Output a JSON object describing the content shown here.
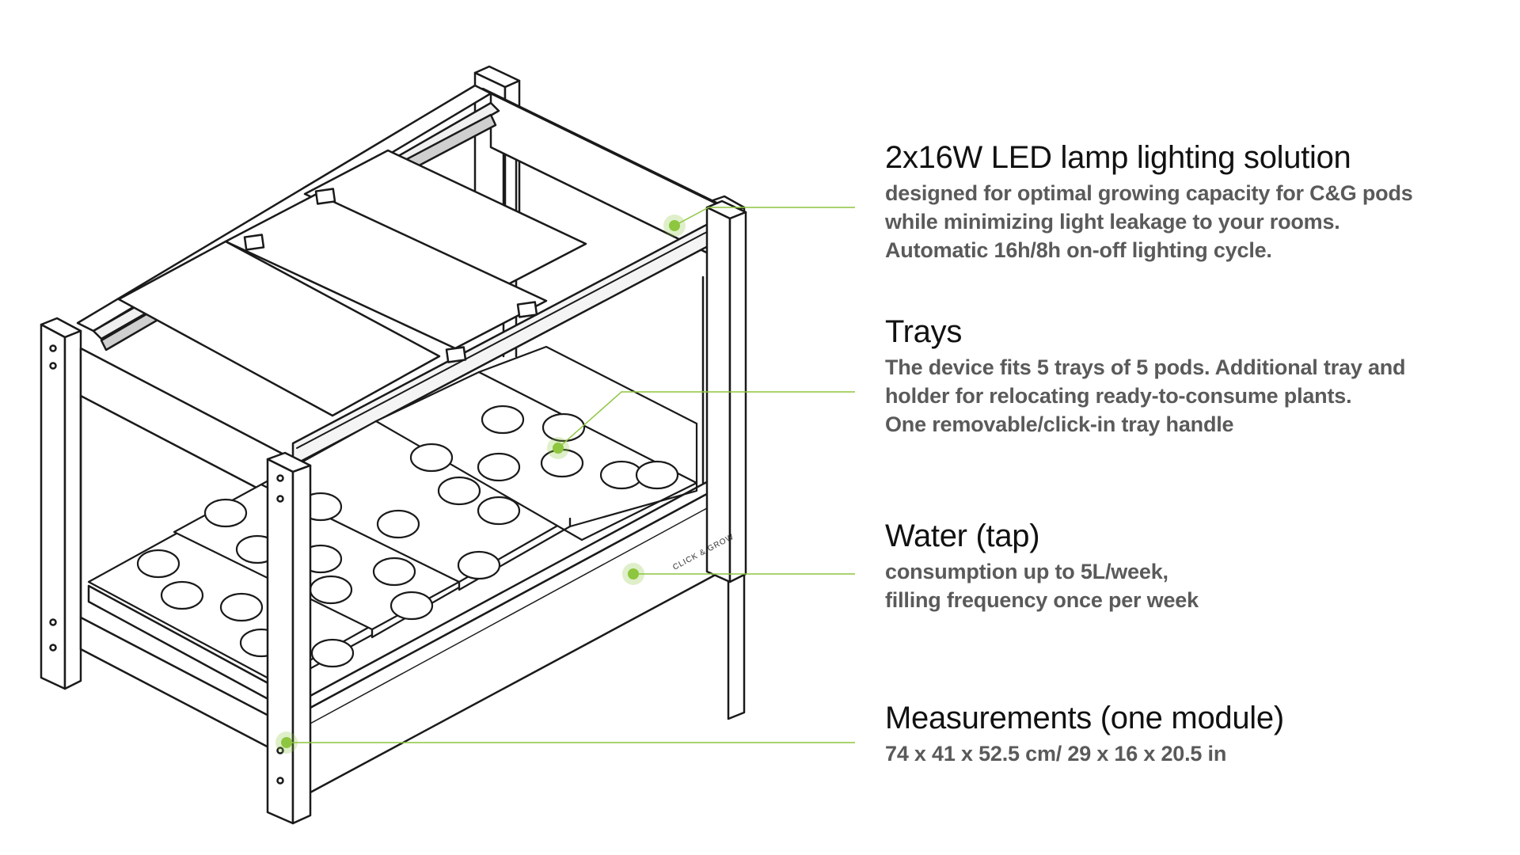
{
  "accent_color": "#8dc63f",
  "line_color": "#1a1a1a",
  "device": {
    "brand_label": "CLICK & GROW",
    "trays": 5,
    "pods_per_tray": 5
  },
  "features": [
    {
      "id": "led",
      "title": "2x16W LED lamp lighting solution",
      "lines": [
        "designed for optimal growing capacity for C&G pods",
        "while minimizing light leakage to your rooms.",
        "Automatic 16h/8h on-off lighting cycle."
      ]
    },
    {
      "id": "trays",
      "title": "Trays",
      "lines": [
        "The device fits 5 trays of 5 pods. Additional tray and",
        "holder for relocating ready-to-consume plants.",
        "One removable/click-in tray handle"
      ]
    },
    {
      "id": "water",
      "title": "Water (tap)",
      "lines": [
        "consumption up to 5L/week,",
        "filling frequency once per week"
      ]
    },
    {
      "id": "measurements",
      "title": "Measurements (one module)",
      "lines": [
        "74 x 41 x 52.5 cm/ 29 x 16 x 20.5 in"
      ]
    }
  ]
}
